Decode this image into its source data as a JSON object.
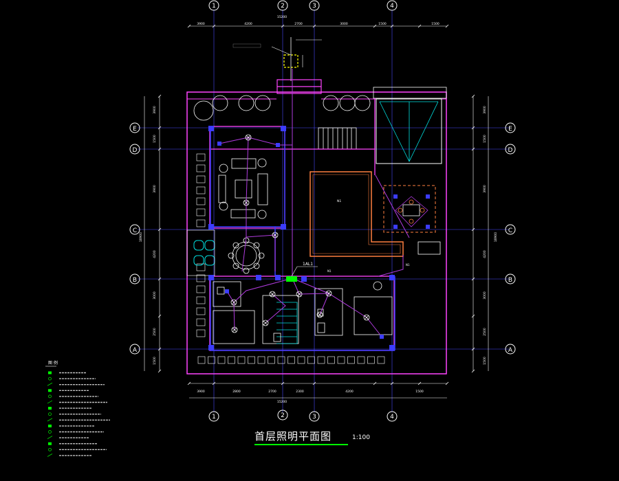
{
  "drawing": {
    "title": "首层照明平面图",
    "scale": "1:100"
  },
  "axes": {
    "columns": [
      "1",
      "2",
      "3",
      "4"
    ],
    "rows": [
      "A",
      "B",
      "C",
      "D",
      "E"
    ]
  },
  "dimensions": {
    "top_total": "15200",
    "top_segments": [
      "3900",
      "4200",
      "2700",
      "3000",
      "1500",
      "1500"
    ],
    "bottom_total": "15200",
    "bottom_segments": [
      "3900",
      "2800",
      "2700",
      "2300",
      "4200",
      "1500"
    ],
    "left_total": "18900",
    "left_segments": [
      "3900",
      "1500",
      "3900",
      "4200",
      "3000",
      "2500",
      "1500"
    ]
  },
  "labels": {
    "panel_tag": "1AL1",
    "lighting_circuit": "N1"
  },
  "legend": {
    "title": "图 例",
    "rows": 15
  },
  "colors": {
    "wall": "#ff44ff",
    "structure": "#3c3cff",
    "circuit": "#b13ce0",
    "pool": "#ff8040",
    "stair": "#00e0e0",
    "text": "#ffffff",
    "panel": "#00ff00",
    "meter": "#ffff00"
  }
}
